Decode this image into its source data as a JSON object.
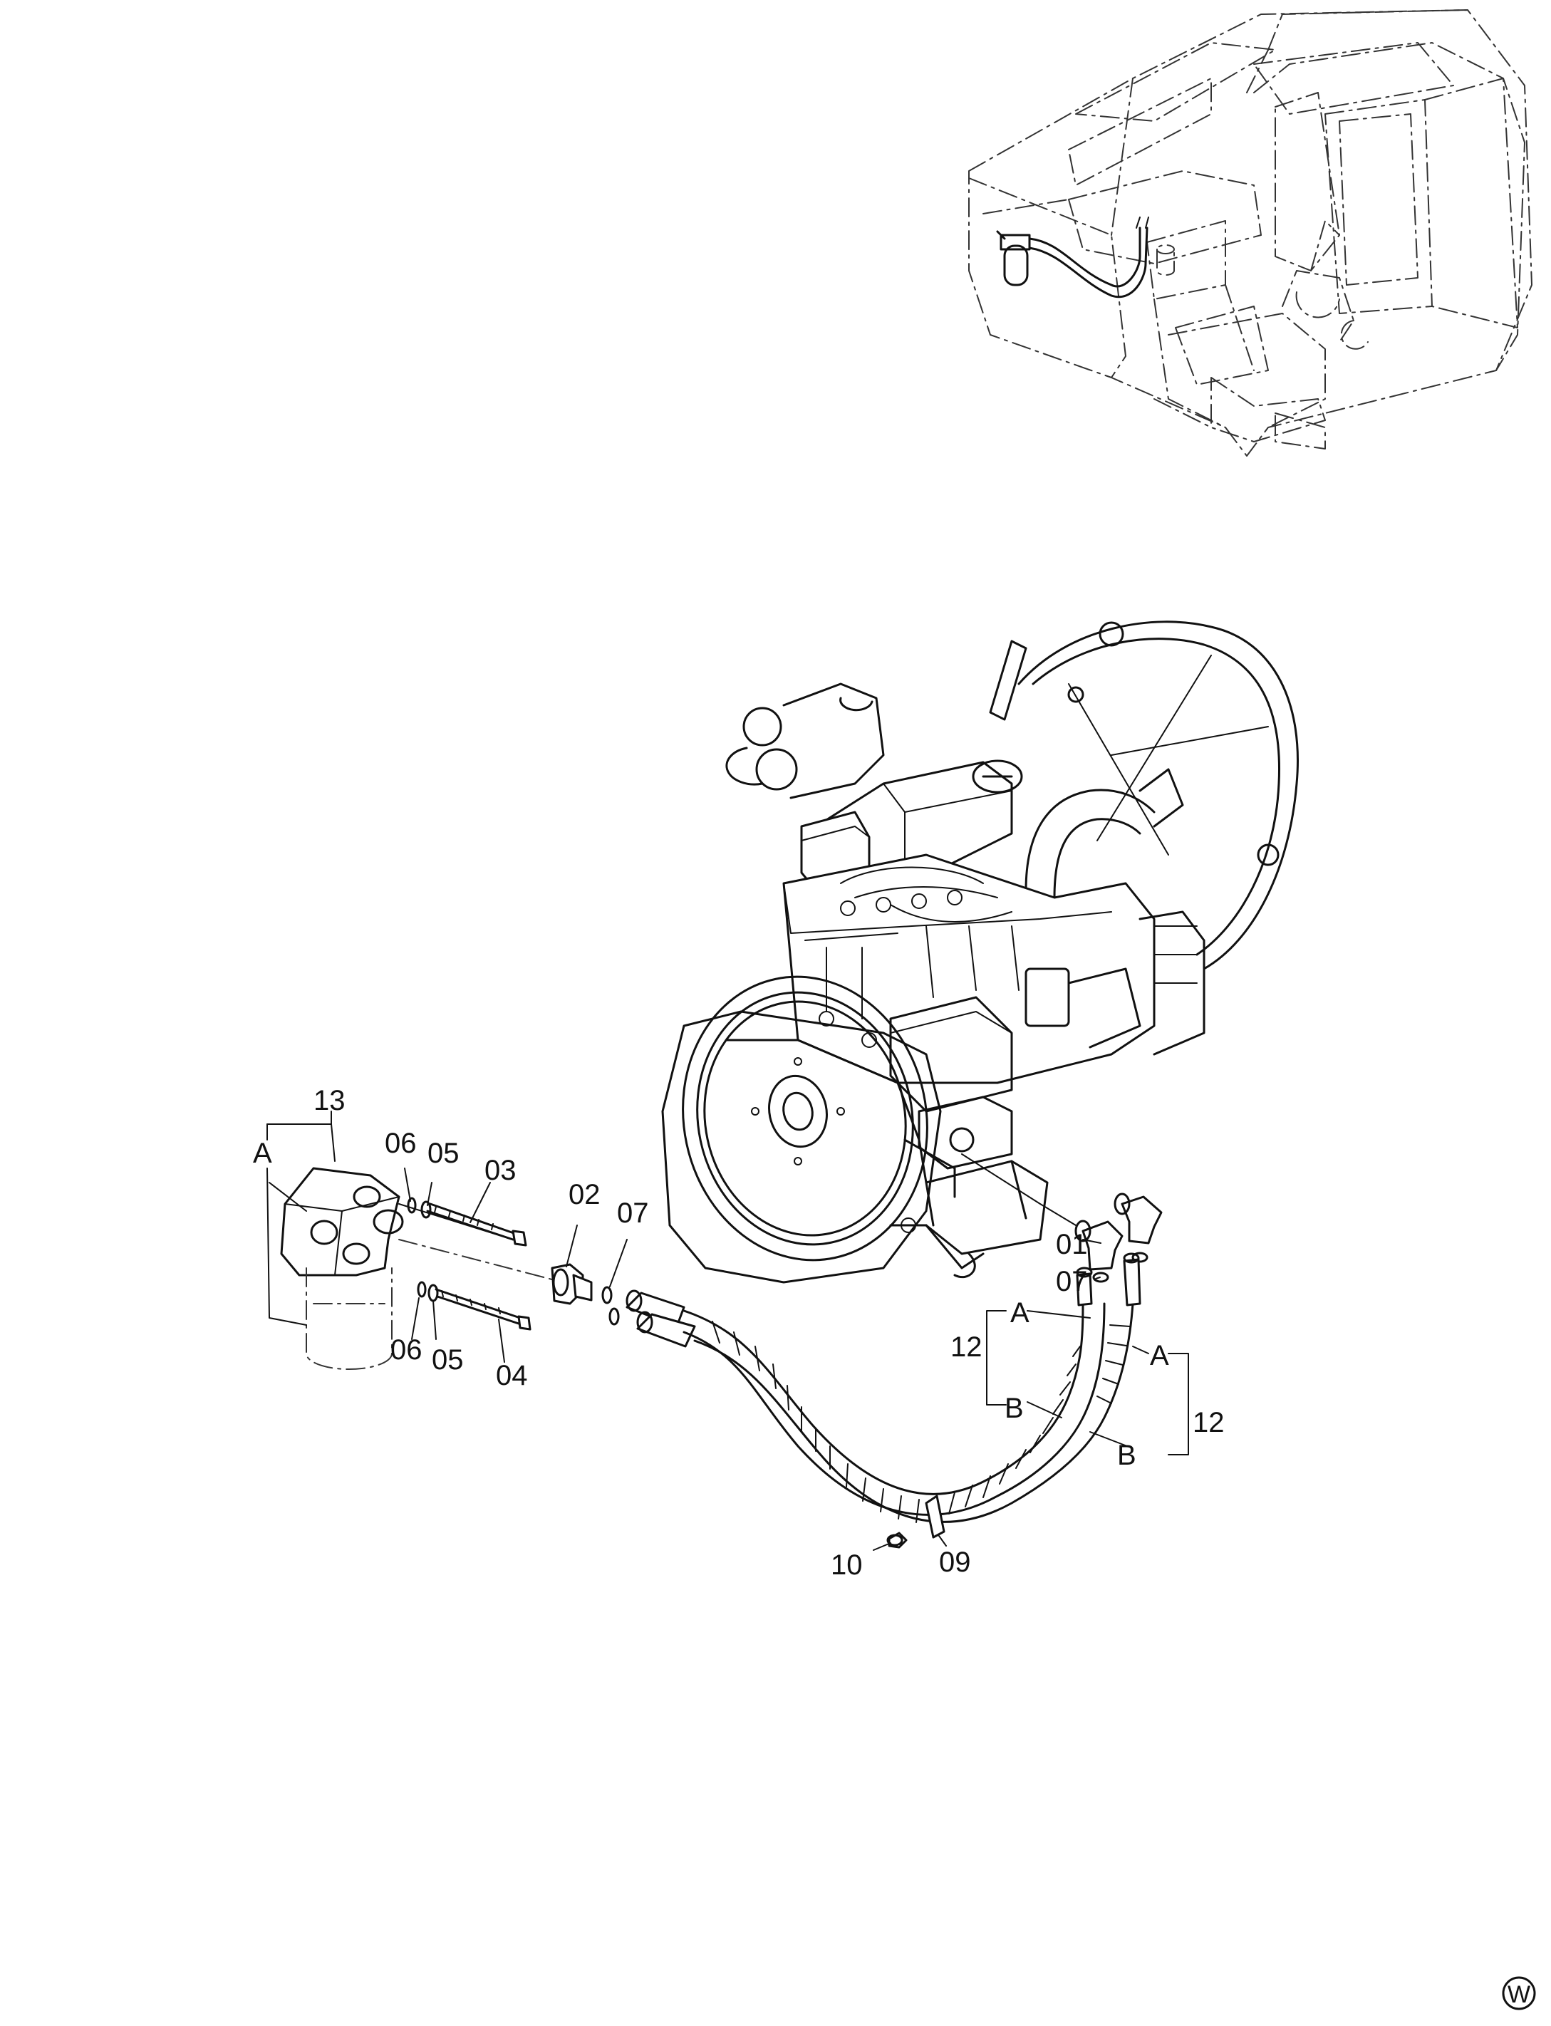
{
  "labels": {
    "p01": "01",
    "p02": "02",
    "p03": "03",
    "p04": "04",
    "p05_upper": "05",
    "p05_lower": "05",
    "p06_upper": "06",
    "p06_lower": "06",
    "p07_left": "07",
    "p07_right": "07",
    "p09": "09",
    "p10": "10",
    "p12_left": "12",
    "p12_right": "12",
    "p13": "13",
    "a_filter": "A",
    "a_hose_left": "A",
    "a_hose_right": "A",
    "b_hose_left": "B",
    "b_hose_right": "B"
  },
  "corner_mark": "W"
}
